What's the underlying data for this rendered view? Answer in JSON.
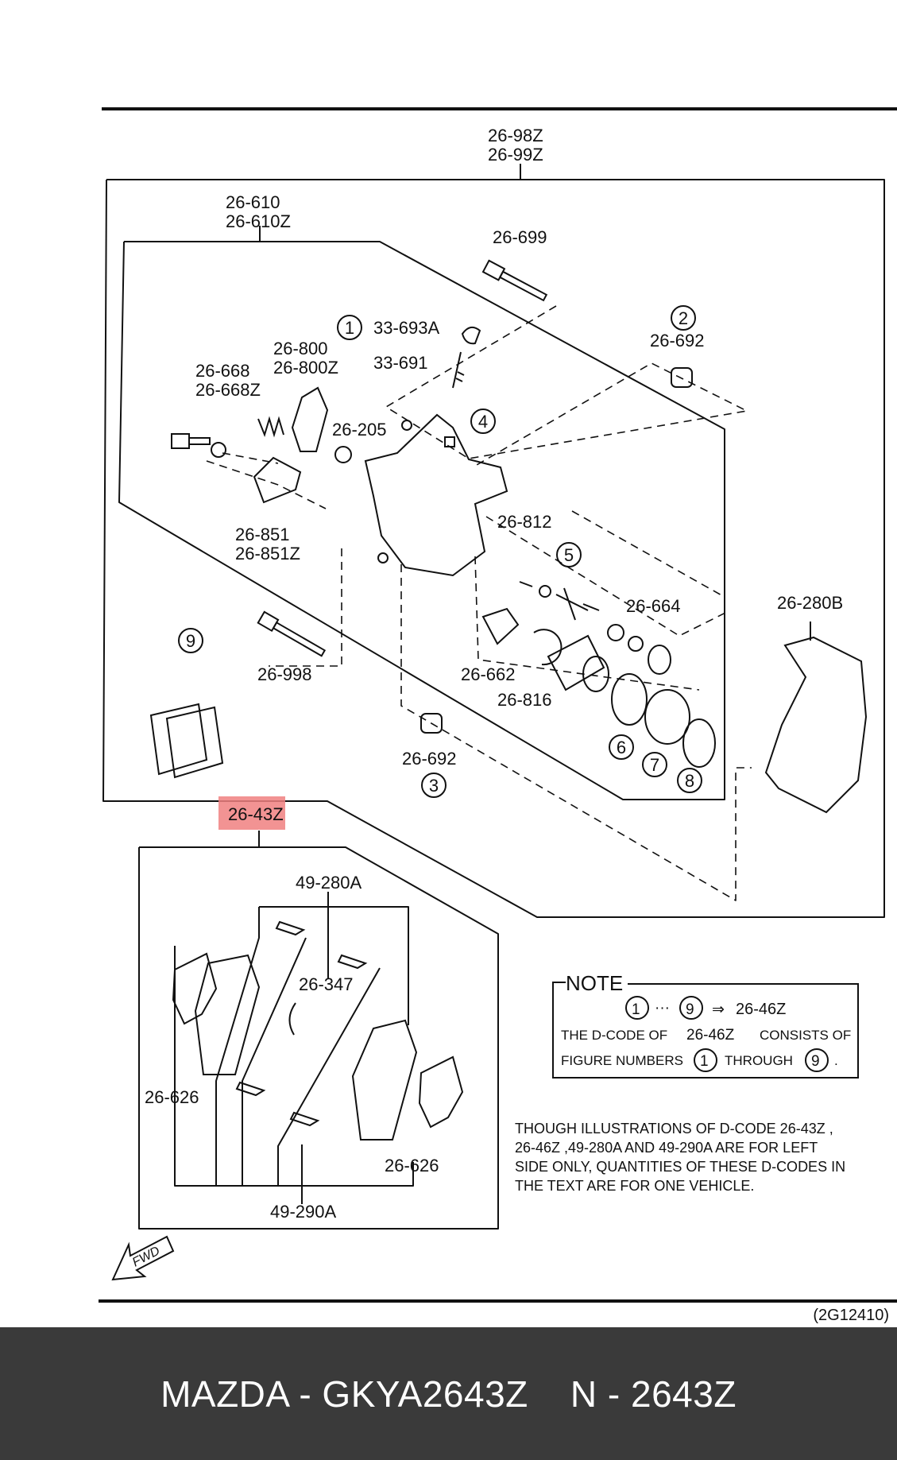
{
  "labels": {
    "assembly_a": "26-98Z",
    "assembly_b": "26-99Z",
    "caliper_a": "26-610",
    "caliper_b": "26-610Z",
    "bolt_top": "26-699",
    "cap": "33-693A",
    "bleeder": "33-691",
    "lever_a": "26-800",
    "lever_b": "26-800Z",
    "spring_a": "26-668",
    "spring_b": "26-668Z",
    "seal_205": "26-205",
    "bracket_a": "26-851",
    "bracket_b": "26-851Z",
    "boot_692_top": "26-692",
    "pin_812": "26-812",
    "part_664": "26-664",
    "part_662": "26-662",
    "ring_816": "26-816",
    "bolt_998": "26-998",
    "boot_692_bottom": "26-692",
    "mount_280b": "26-280B",
    "pad_kit": "26-43Z",
    "clip_upper": "49-280A",
    "spring_347": "26-347",
    "shim_left": "26-626",
    "shim_right": "26-626",
    "clip_lower": "49-290A",
    "fwd": "FWD"
  },
  "callouts": [
    "1",
    "2",
    "3",
    "4",
    "5",
    "6",
    "7",
    "8",
    "9"
  ],
  "note": {
    "title": "NOTE",
    "range_from": "1",
    "range_to": "9",
    "arrow": "⇒",
    "target": "26-46Z",
    "line2_a": "THE D-CODE OF",
    "line2_code": "26-46Z",
    "line2_b": "CONSISTS OF",
    "line3_a": "FIGURE NUMBERS",
    "line3_from": "1",
    "line3_mid": "THROUGH",
    "line3_to": "9",
    "line3_end": "."
  },
  "remark": [
    "THOUGH ILLUSTRATIONS OF D-CODE 26-43Z ,",
    "26-46Z   ,49-280A AND 49-290A ARE FOR LEFT",
    "SIDE ONLY, QUANTITIES OF THESE D-CODES IN",
    "THE TEXT ARE FOR ONE VEHICLE."
  ],
  "reference_code": "(2G12410)",
  "banner": "MAZDA - GKYA2643Z    N - 2643Z",
  "colors": {
    "highlight": "#f08080",
    "banner_bg": "#3a3a3a",
    "ink": "#111111"
  }
}
